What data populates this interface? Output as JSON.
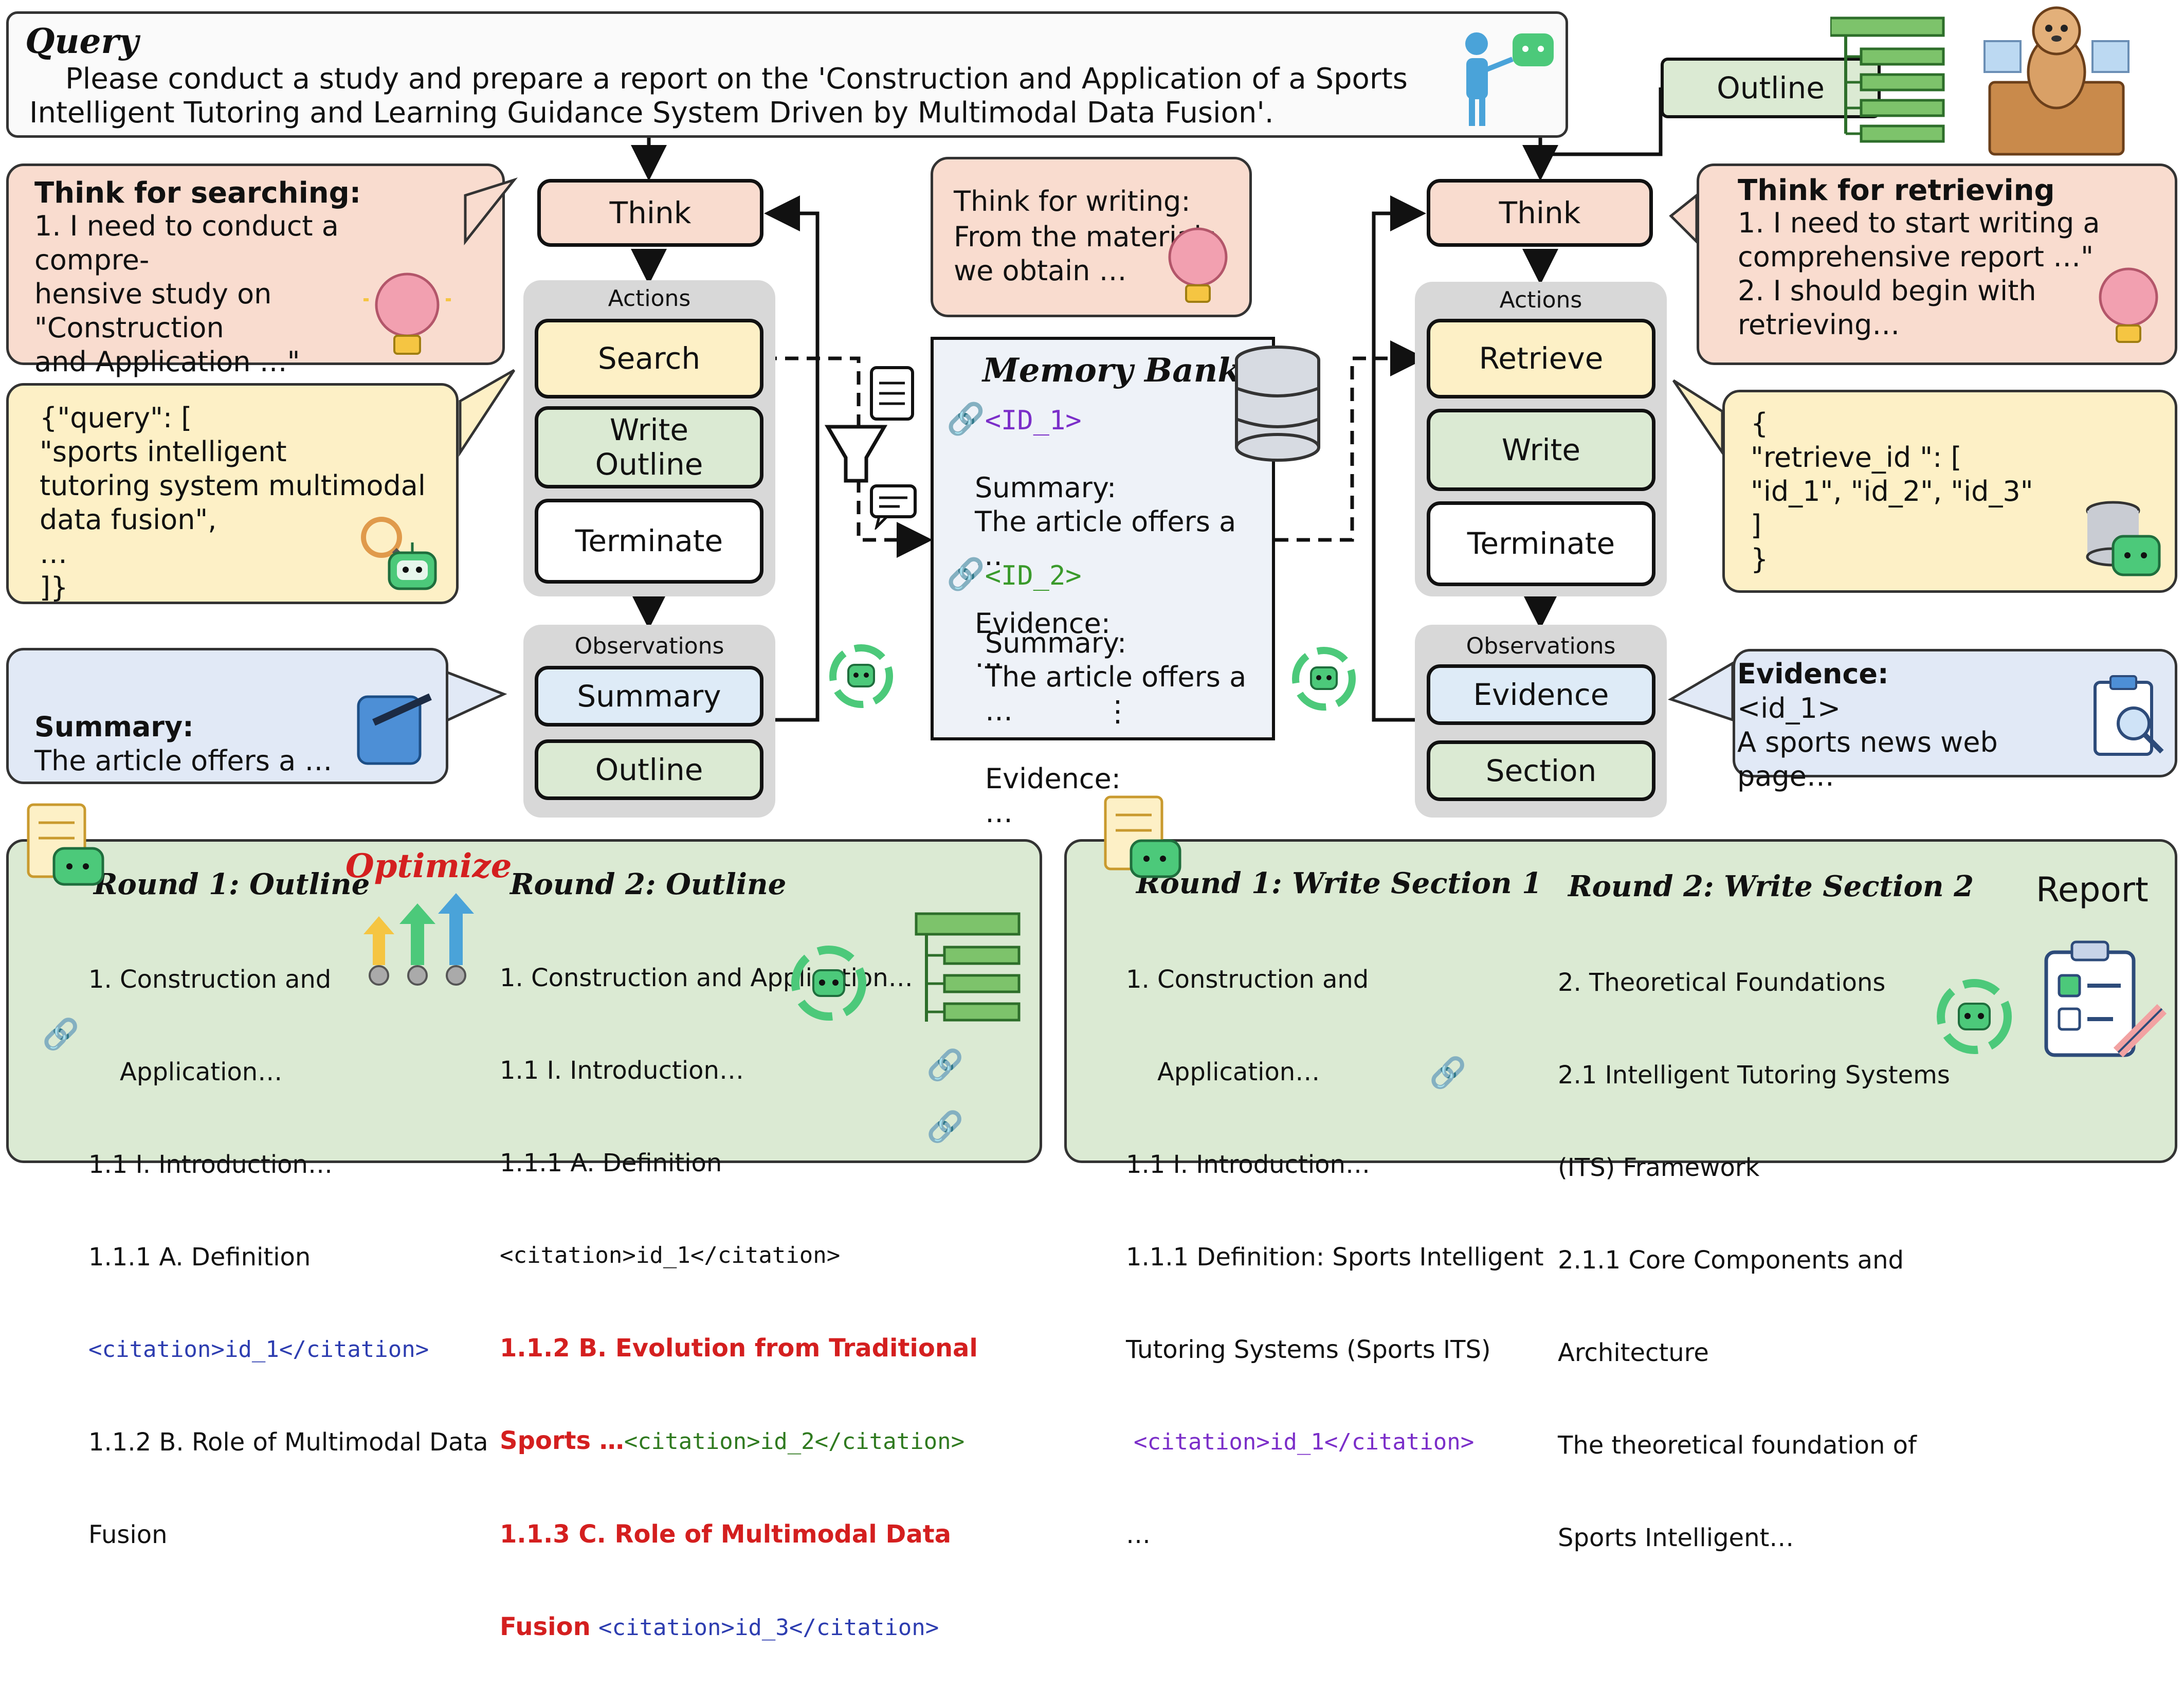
{
  "query": {
    "title": "Query",
    "text": "Please conduct a study and prepare a report on the 'Construction and Application of a Sports Intelligent Tutoring and Learning Guidance System Driven by Multimodal Data Fusion'."
  },
  "outline_label": "Outline",
  "left_flow": {
    "think": "Think",
    "actions_title": "Actions",
    "actions": [
      "Search",
      "Write Outline",
      "Terminate"
    ],
    "observations_title": "Observations",
    "observations": [
      "Summary",
      "Outline"
    ]
  },
  "right_flow": {
    "think": "Think",
    "actions_title": "Actions",
    "actions": [
      "Retrieve",
      "Write",
      "Terminate"
    ],
    "observations_title": "Observations",
    "observations": [
      "Evidence",
      "Section"
    ]
  },
  "bubbles": {
    "think_searching": {
      "title": "Think for searching:",
      "body": "1. I need to conduct a compre-\nhensive study on \"Construction\nand Application …\"\n2. …"
    },
    "search_query": "{\"query\": [\n        \"sports intelligent\ntutoring system multimodal\ndata fusion\",\n        …\n]}",
    "summary": {
      "label": "Summary:",
      "body": "The article offers a …"
    },
    "think_writing": {
      "title": "Think for writing:",
      "body": "From the materials\nwe obtain …"
    },
    "think_retrieving": {
      "title": "Think for retrieving",
      "body": "1. I need to start writing a\ncomprehensive report …\"\n2. I should begin with\nretrieving…"
    },
    "retrieve_ids": "{\n   \"retrieve_id \": [\n       \"id_1\", \"id_2\", \"id_3\"\n    ]\n}",
    "evidence": {
      "title": "Evidence:",
      "body": "<id_1>\nA sports news web page…"
    }
  },
  "memory_bank": {
    "title": "Memory Bank",
    "entries": [
      {
        "id": "<ID_1>",
        "summary_label": "Summary:",
        "summary": "The article offers a …",
        "evidence_label": "Evidence:",
        "evidence": "…"
      },
      {
        "id": "<ID_2>",
        "summary_label": "Summary:",
        "summary": "The article offers a …",
        "evidence_label": "Evidence:",
        "evidence": "…"
      }
    ],
    "more": "⋮"
  },
  "outline_panel": {
    "optimize": "Optimize",
    "round1_title": "Round 1: Outline",
    "round1_lines": [
      "1. Construction and",
      "    Application…",
      "1.1 I. Introduction…",
      "1.1.1 A. Definition"
    ],
    "round1_citation": "<citation>id_1</citation>",
    "round1_tail": [
      "1.1.2 B. Role of Multimodal Data",
      "Fusion"
    ],
    "round2_title": "Round 2: Outline",
    "round2_lines": [
      "1. Construction and Application…",
      "1.1 I. Introduction…",
      "1.1.1 A. Definition",
      "<citation>id_1</citation>"
    ],
    "round2_new1": "1.1.2 B. Evolution from Traditional",
    "round2_new1b": "Sports …",
    "round2_new1_cite": "<citation>id_2</citation>",
    "round2_new2": "1.1.3 C. Role of Multimodal Data",
    "round2_new2b": "Fusion",
    "round2_new2_cite": "<citation>id_3</citation>"
  },
  "section_panel": {
    "round1_title": "Round 1: Write Section 1",
    "round1_lines": [
      "1. Construction and",
      "    Application…",
      "1.1 I. Introduction…",
      "1.1.1 Definition: Sports Intelligent",
      "Tutoring Systems (Sports ITS)"
    ],
    "round1_citation": "<citation>id_1</citation>",
    "round1_tail": "…",
    "round2_title": "Round 2: Write Section 2",
    "round2_lines": [
      "2. Theoretical Foundations",
      "2.1 Intelligent Tutoring Systems",
      "(ITS) Framework",
      "2.1.1 Core Components and",
      "Architecture",
      "The theoretical foundation of",
      "Sports Intelligent…"
    ],
    "report_label": "Report"
  },
  "colors": {
    "peach": "#f9dccf",
    "yellow": "#fdf0c6",
    "green": "#dbead3",
    "blue": "#deebf7",
    "memory": "#eef2f8",
    "red": "#d41f1f",
    "purple": "#7b2ec9",
    "citation": "#2d3db0"
  },
  "icons": [
    "person-presenting-icon",
    "outline-tree-icon",
    "meerkat-mascot-icon",
    "brain-lightbulb-icon",
    "robot-icon",
    "magnifier-icon",
    "database-icon",
    "link-icon",
    "cycle-agent-icon",
    "funnel-icon",
    "document-icon",
    "clipboard-search-icon",
    "report-icon",
    "optimize-arrows-icon",
    "note-pen-icon"
  ]
}
